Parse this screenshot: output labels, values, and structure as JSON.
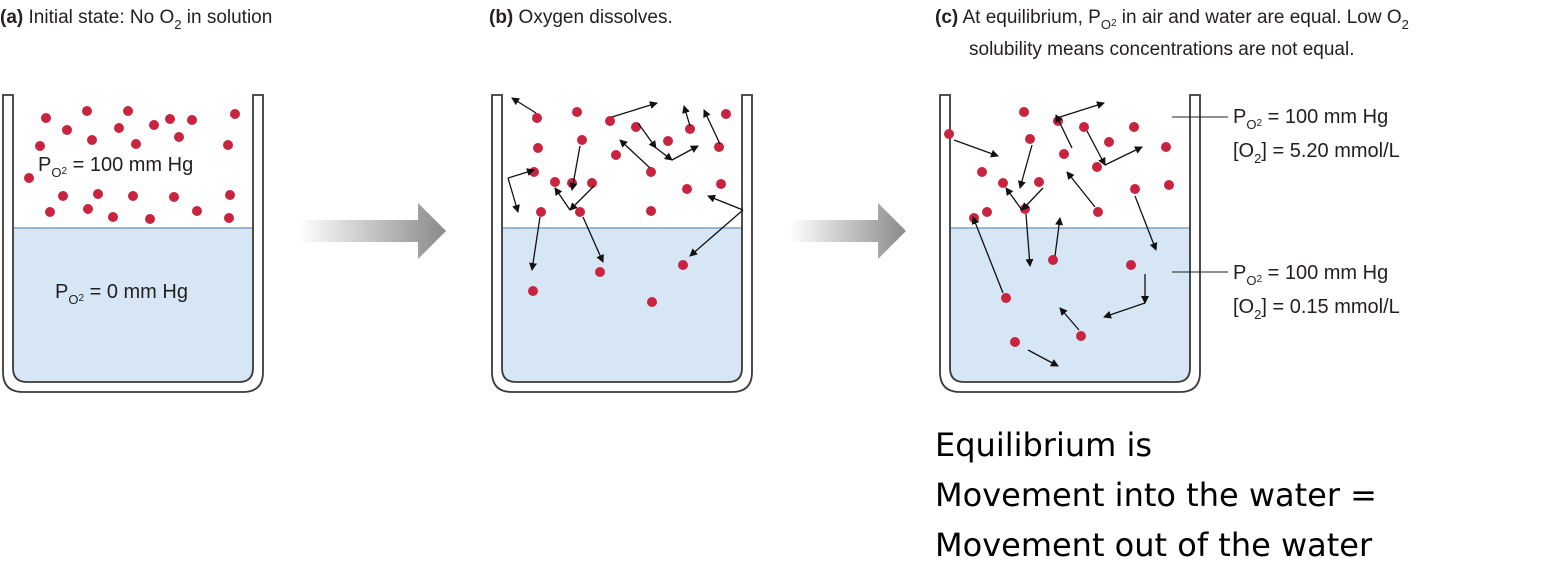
{
  "panels": [
    {
      "letter": "(a)",
      "caption": "Initial state: No O",
      "caption_sub": "2",
      "caption_rest": " in solution",
      "air_label": {
        "p": "P",
        "sub1": "O",
        "sub2": "2",
        "value": " = 100 mm Hg"
      },
      "water_label": {
        "p": "P",
        "sub1": "O",
        "sub2": "2",
        "value": " = 0 mm Hg"
      }
    },
    {
      "letter": "(b)",
      "caption": "Oxygen dissolves."
    },
    {
      "letter": "(c)",
      "caption_line1_a": "At equilibrium, P",
      "caption_line1_sub1": "O",
      "caption_line1_sub2": "2",
      "caption_line1_b": " in air and water are equal. Low O",
      "caption_line1_sub3": "2",
      "caption_line2": "solubility means concentrations are not equal.",
      "air_label": {
        "p": "P",
        "sub1": "O",
        "sub2": "2",
        "value": " = 100 mm Hg",
        "conc_a": "[O",
        "conc_sub": "2",
        "conc_b": "] = 5.20 mmol/L"
      },
      "water_label": {
        "p": "P",
        "sub1": "O",
        "sub2": "2",
        "value": " = 100 mm Hg",
        "conc_a": "[O",
        "conc_sub": "2",
        "conc_b": "] = 0.15 mmol/L"
      }
    }
  ],
  "note": {
    "line1": "Equilibrium is",
    "line2": "Movement into the water =",
    "line3": "Movement out of the water"
  },
  "colors": {
    "molecule": "#c8243f",
    "water": "#d6e6f4",
    "waterline": "#7f9fc6",
    "beaker": "#3a3a3a",
    "arrow": "#888888"
  }
}
